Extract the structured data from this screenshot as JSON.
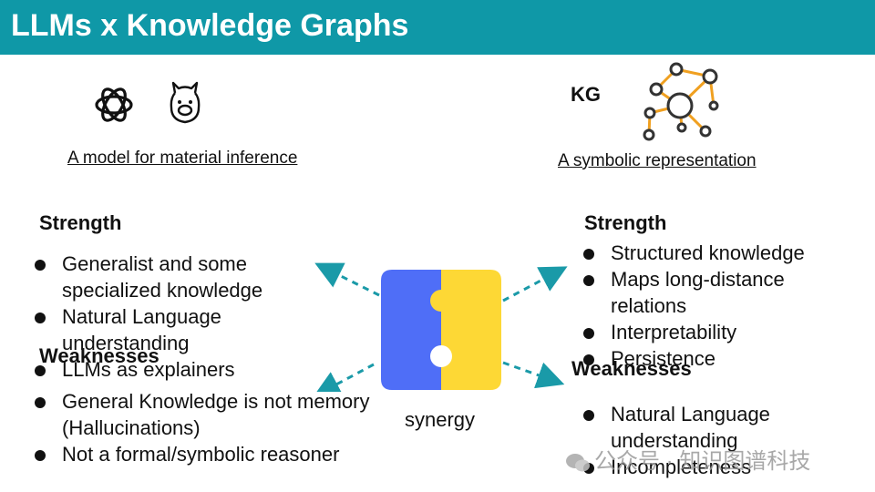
{
  "header": {
    "title": "LLMs x Knowledge Graphs"
  },
  "llm": {
    "caption": "A model for material inference",
    "icons": [
      "openai-logo-icon",
      "llama-logo-icon"
    ],
    "strength": {
      "heading": "Strength",
      "items": [
        "Generalist and some specialized knowledge",
        "Natural Language understanding",
        "LLMs as explainers"
      ]
    },
    "weaknesses": {
      "heading": "Weaknesses",
      "items": [
        "General Knowledge is not memory (Hallucinations)",
        "Not a formal/symbolic reasoner"
      ]
    }
  },
  "kg": {
    "label": "KG",
    "caption": "A symbolic representation",
    "icons": [
      "knowledge-graph-icon"
    ],
    "strength": {
      "heading": "Strength",
      "items": [
        "Structured knowledge",
        "Maps long-distance relations",
        "Interpretability",
        "Persistence"
      ]
    },
    "weaknesses": {
      "heading": "Weaknesses",
      "items": [
        "Natural Language understanding",
        "Incompleteness"
      ]
    }
  },
  "center": {
    "label": "synergy",
    "icons": [
      "puzzle-icon",
      "arrow-icon"
    ],
    "colors": {
      "blue": "#4f6ef7",
      "yellow": "#fdd835",
      "arrow": "#1a9aa8",
      "header": "#0f98a7",
      "kg_edge": "#f0a020"
    }
  },
  "watermark": {
    "text": "公众号 · 知识图谱科技"
  }
}
